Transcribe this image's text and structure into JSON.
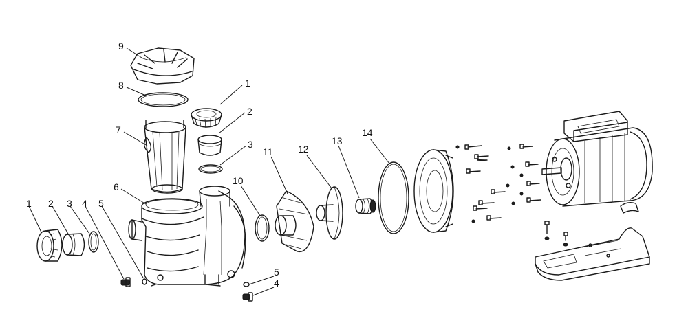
{
  "callouts": [
    {
      "id": "c9",
      "text": "9"
    },
    {
      "id": "c8",
      "text": "8"
    },
    {
      "id": "c7",
      "text": "7"
    },
    {
      "id": "c6",
      "text": "6"
    },
    {
      "id": "c1top",
      "text": "1"
    },
    {
      "id": "c2top",
      "text": "2"
    },
    {
      "id": "c3top",
      "text": "3"
    },
    {
      "id": "c1left",
      "text": "1"
    },
    {
      "id": "c2left",
      "text": "2"
    },
    {
      "id": "c3left",
      "text": "3"
    },
    {
      "id": "c4left",
      "text": "4"
    },
    {
      "id": "c5left",
      "text": "5"
    },
    {
      "id": "c10",
      "text": "10"
    },
    {
      "id": "c11",
      "text": "11"
    },
    {
      "id": "c12",
      "text": "12"
    },
    {
      "id": "c13",
      "text": "13"
    },
    {
      "id": "c14",
      "text": "14"
    },
    {
      "id": "c5bottom",
      "text": "5"
    },
    {
      "id": "c4bottom",
      "text": "4"
    }
  ]
}
